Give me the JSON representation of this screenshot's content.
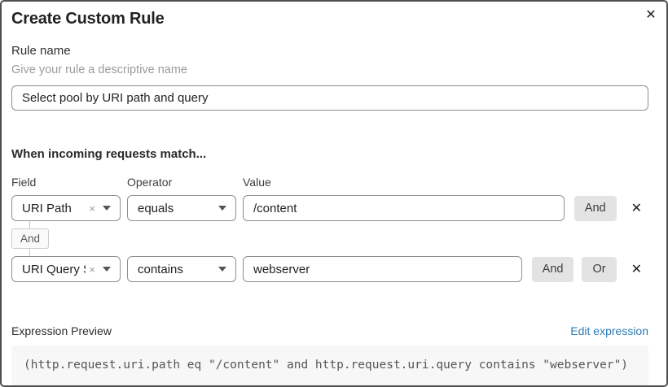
{
  "dialog": {
    "title": "Create Custom Rule",
    "close_icon": "✕"
  },
  "rule_name": {
    "label": "Rule name",
    "hint": "Give your rule a descriptive name",
    "value": "Select pool by URI path and query"
  },
  "matcher": {
    "heading": "When incoming requests match...",
    "columns": {
      "field": "Field",
      "operator": "Operator",
      "value": "Value"
    },
    "rows": [
      {
        "field": "URI Path",
        "clear_icon": "×",
        "operator": "equals",
        "value": "/content",
        "and_label": "And",
        "delete_icon": "✕"
      },
      {
        "field": "URI Query St...",
        "clear_icon": "×",
        "operator": "contains",
        "value": "webserver",
        "and_label": "And",
        "or_label": "Or",
        "delete_icon": "✕"
      }
    ],
    "connector_label": "And"
  },
  "expression": {
    "label": "Expression Preview",
    "edit_link": "Edit expression",
    "code": "(http.request.uri.path eq \"/content\" and http.request.uri.query contains \"webserver\")"
  },
  "colors": {
    "link_blue": "#2e7cb8",
    "button_gray": "#e3e3e3",
    "border_gray": "#8f8f8f"
  }
}
